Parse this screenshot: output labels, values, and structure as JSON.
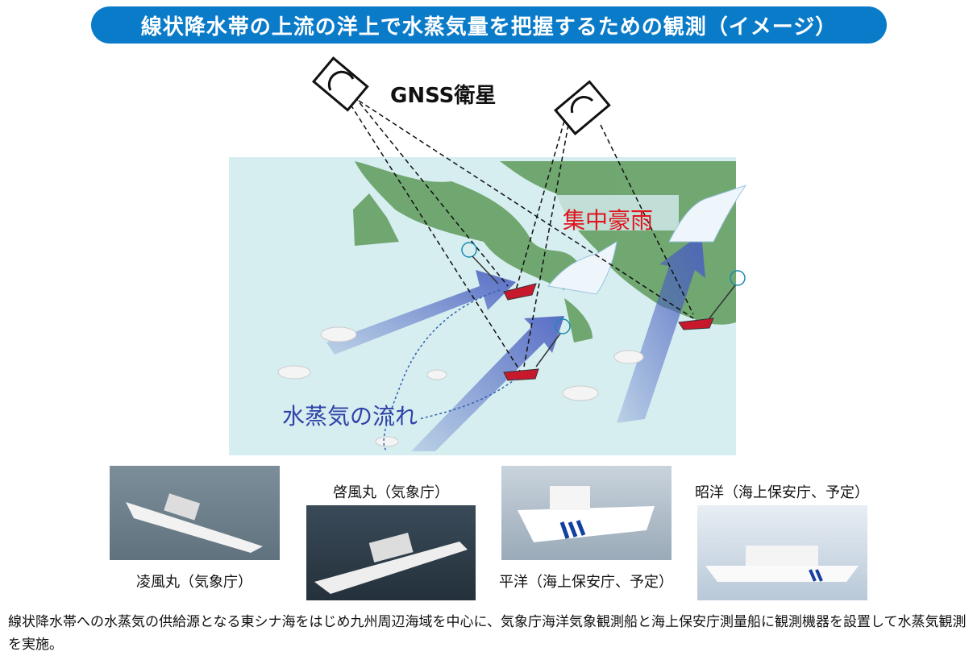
{
  "title": "線状降水帯の上流の洋上で水蒸気量を把握するための観測（イメージ）",
  "diagram": {
    "satellite_label": "GNSS衛星",
    "rain_label": "集中豪雨",
    "flow_label": "水蒸気の流れ",
    "colors": {
      "title_bg": "#0a7bc8",
      "sea": "#d6eef0",
      "arrow": "#4a5fc0",
      "rain_text": "#e0141e",
      "flow_text": "#3043a8"
    }
  },
  "ships": [
    {
      "caption": "凌風丸（気象庁）"
    },
    {
      "caption": "啓風丸（気象庁）"
    },
    {
      "caption": "平洋（海上保安庁、予定）"
    },
    {
      "caption": "昭洋（海上保安庁、予定）"
    }
  ],
  "description": "線状降水帯への水蒸気の供給源となる東シナ海をはじめ九州周辺海域を中心に、気象庁海洋気象観測船と海上保安庁測量船に観測機器を設置して水蒸気観測を実施。"
}
